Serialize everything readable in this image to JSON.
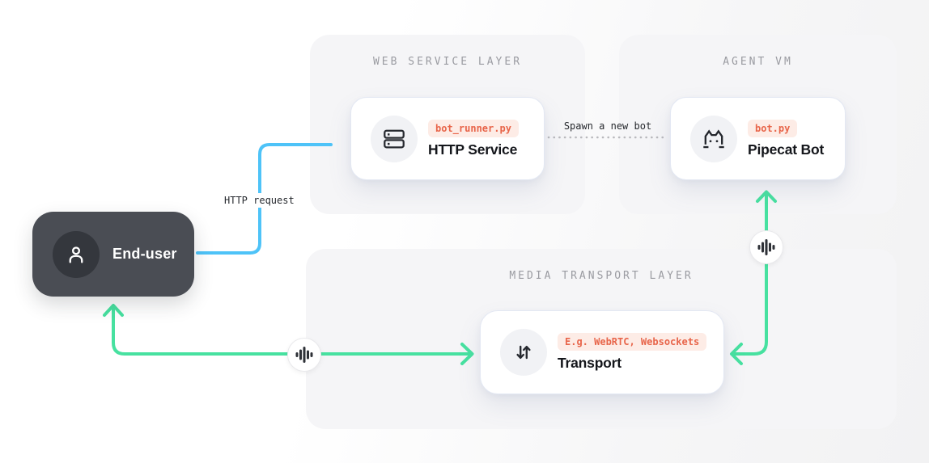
{
  "colors": {
    "accent-blue": "#4ec3f8",
    "accent-green": "#47e1a0",
    "badge-text": "#e8654a",
    "badge-bg": "#fdece6",
    "connector-dotted": "#b9b9bd",
    "panel-title": "#9a9ba1"
  },
  "panels": {
    "web_service": {
      "title": "WEB SERVICE LAYER"
    },
    "agent_vm": {
      "title": "AGENT VM"
    },
    "media_transport": {
      "title": "MEDIA TRANSPORT LAYER"
    }
  },
  "nodes": {
    "http_service": {
      "badge": "bot_runner.py",
      "title": "HTTP Service",
      "icon": "server-icon"
    },
    "pipecat_bot": {
      "badge": "bot.py",
      "title": "Pipecat Bot",
      "icon": "pipecat-cat-icon"
    },
    "transport": {
      "badge": "E.g. WebRTC, Websockets",
      "title": "Transport",
      "icon": "up-down-arrows-icon"
    },
    "end_user": {
      "title": "End-user",
      "icon": "person-icon"
    }
  },
  "edges": {
    "http_request": {
      "label": "HTTP request",
      "style": "solid-blue"
    },
    "spawn_bot": {
      "label": "Spawn a new bot",
      "style": "dotted-gray"
    },
    "user_media": {
      "style": "solid-green",
      "icon": "audio-waveform-icon"
    },
    "bot_media": {
      "style": "solid-green",
      "icon": "audio-waveform-icon"
    }
  }
}
